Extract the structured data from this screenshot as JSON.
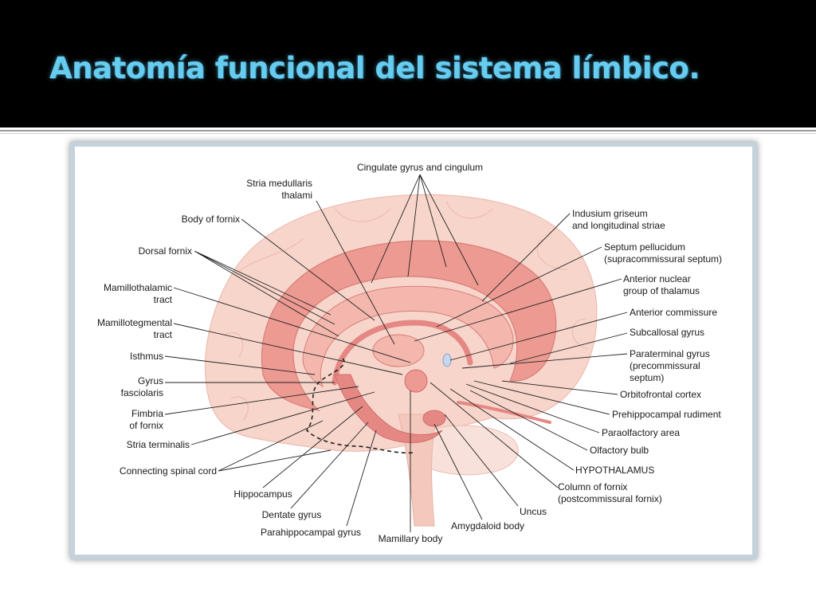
{
  "slide": {
    "title": "Anatomía funcional del sistema límbico."
  },
  "colors": {
    "background": "#000000",
    "title": "#66ccf0",
    "brain_fill": "#f7d5cb",
    "limbic_fill": "#ec9a92",
    "limbic_dark": "#e07a76"
  },
  "labels": {
    "cingulate": "Cingulate gyrus and cingulum",
    "stria_med_1": "Stria medullaris",
    "stria_med_2": "thalami",
    "body_fornix": "Body of fornix",
    "dorsal_fornix": "Dorsal fornix",
    "mamillothal_1": "Mamillothalamic",
    "mamillothal_2": "tract",
    "mamillotegm_1": "Mamillotegmental",
    "mamillotegm_2": "tract",
    "isthmus": "Isthmus",
    "gyrus_fasc_1": "Gyrus",
    "gyrus_fasc_2": "fasciolaris",
    "fimbria_1": "Fimbria",
    "fimbria_2": "of fornix",
    "stria_terminalis": "Stria terminalis",
    "connecting": "Connecting spinal cord",
    "hippocampus": "Hippocampus",
    "dentate": "Dentate gyrus",
    "parahippo": "Parahippocampal gyrus",
    "mamillary": "Mamillary body",
    "amygdaloid": "Amygdaloid body",
    "uncus": "Uncus",
    "column_1": "Column of fornix",
    "column_2": "(postcommissural fornix)",
    "hypothalamus": "HYPOTHALAMUS",
    "olfactory_bulb": "Olfactory bulb",
    "paraolfactory": "Paraolfactory area",
    "prehippo": "Prehippocampal rudiment",
    "orbitofrontal": "Orbitofrontal cortex",
    "paraterminal_1": "Paraterminal gyrus",
    "paraterminal_2": "(precommissural",
    "paraterminal_3": "septum)",
    "subcallosal": "Subcallosal gyrus",
    "ant_commissure": "Anterior commissure",
    "ant_nuclear_1": "Anterior nuclear",
    "ant_nuclear_2": "group of thalamus",
    "septum_1": "Septum pellucidum",
    "septum_2": "(supracommissural septum)",
    "indusium_1": "Indusium griseum",
    "indusium_2": "and longitudinal striae"
  }
}
